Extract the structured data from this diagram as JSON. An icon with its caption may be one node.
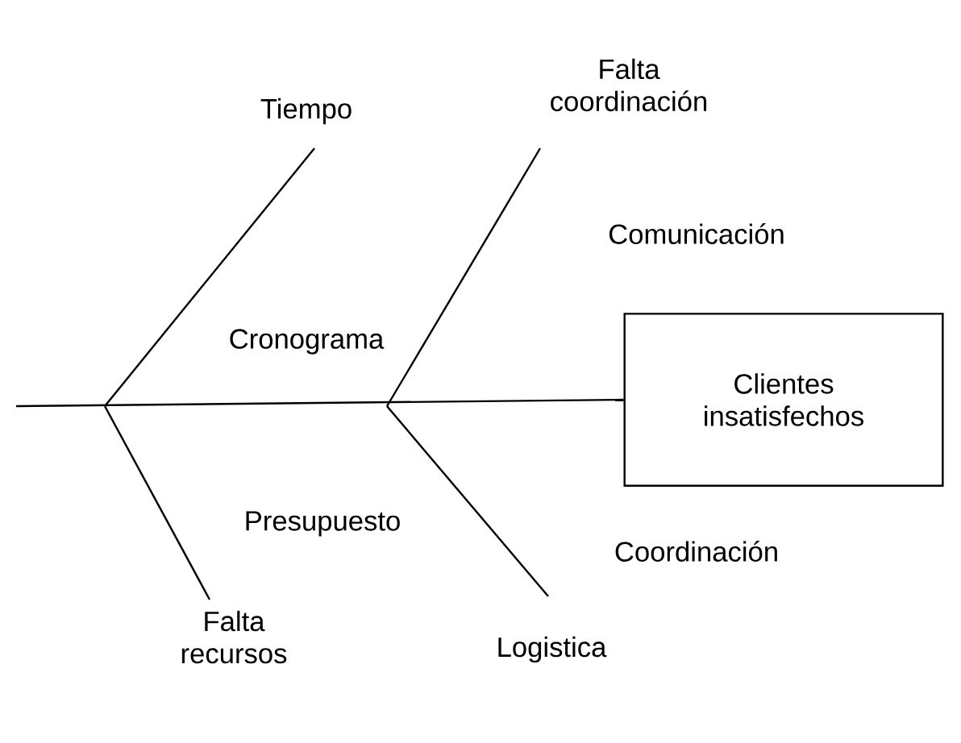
{
  "diagram": {
    "nodes": [
      {
        "text": [
          "Clientes insatisfechos"
        ]
      },
      {
        "text": [
          "Tiempo"
        ]
      },
      {
        "text": [
          "Falta coordinación"
        ]
      },
      {
        "text": [
          "Falta recursos"
        ]
      },
      {
        "text": [
          "Logistica"
        ]
      }
    ],
    "edges": [
      {
        "from": null,
        "to": 0,
        "arrow": "none"
      },
      {
        "from": 1,
        "to": null,
        "arrow": "none"
      },
      {
        "from": 2,
        "to": null,
        "arrow": "none"
      },
      {
        "from": 3,
        "to": null,
        "arrow": "none"
      },
      {
        "from": 4,
        "to": null,
        "arrow": "none"
      }
    ],
    "labels": [
      "Comunicación",
      "Cronograma",
      "Presupuesto",
      "Coordinación"
    ]
  }
}
